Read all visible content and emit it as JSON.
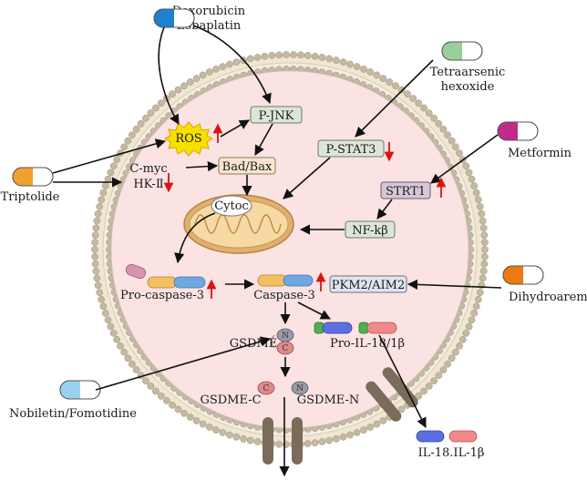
{
  "drugs": {
    "doxorubicin": "Doxorubicin",
    "lobaplatin": "Lobaplatin",
    "tetraarsenic_1": "Tetraarsenic",
    "tetraarsenic_2": "hexoxide",
    "metformin": "Metformin",
    "triptolide": "Triptolide",
    "dihydroaremisinin": "Dihydroaremisinin",
    "nobiletin": "Nobiletin/Fomotidine"
  },
  "nodes": {
    "ros": "ROS",
    "pjnk": "P-JNK",
    "bad_bax": "Bad/Bax",
    "cmyc": "C-myc",
    "hk2": "HK-Ⅱ",
    "pstat3": "P-STAT3",
    "strt1": "STRT1",
    "nfkb": "NF-kβ",
    "cytoc": "Cytoc",
    "procaspase3": "Pro-caspase-3",
    "caspase3": "Caspase-3",
    "pkm2": "PKM2/AIM2",
    "gsdme": "GSDME",
    "gsdme_c": "GSDME-C",
    "gsdme_n": "GSDME-N",
    "pro_il": "Pro-IL-18/1β",
    "il": "IL-18.IL-1β",
    "n": "N",
    "c": "C"
  },
  "colors": {
    "cell_fill": "#fbe3e3",
    "membrane_bead": "#c4b9a2",
    "box_fill": "#dbe6d6",
    "box_stroke": "#6b7b6b",
    "strt1_fill": "#d7c8d8",
    "arrow": "#111111",
    "up_down_arrow": "#e01010",
    "pore": "#7a6b5a",
    "mito_outer": "#d8a35a",
    "pill_blue": "#1f7fd0",
    "pill_green": "#98cf9a",
    "pill_magenta": "#c22a8a",
    "pill_orange": "#f0a030",
    "pill_orange_dark": "#ec7a10",
    "pill_lightblue": "#9ad0f0"
  }
}
